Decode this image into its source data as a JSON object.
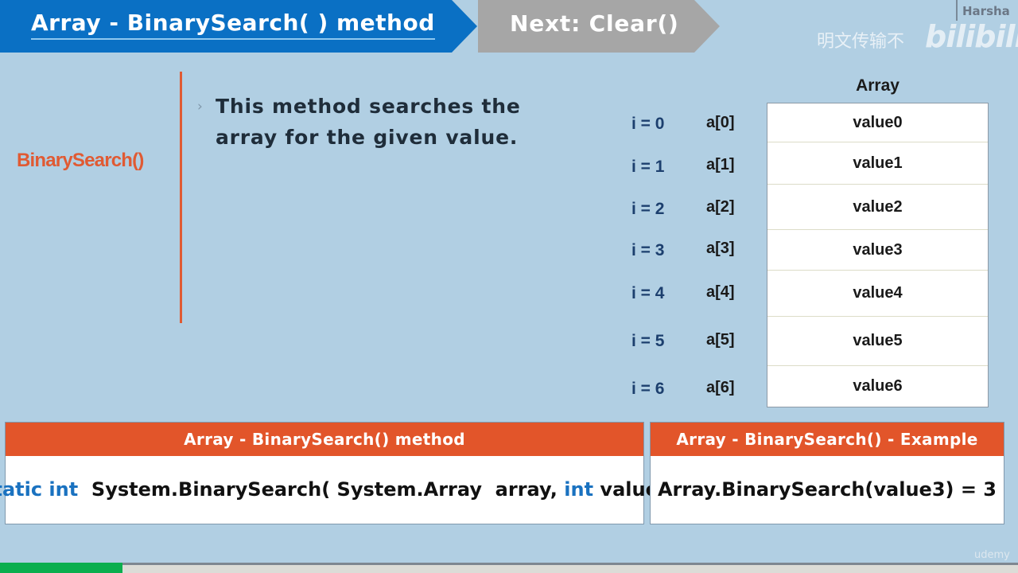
{
  "header": {
    "title": "Array - BinarySearch( ) method",
    "next": "Next: Clear()",
    "author": "Harsha",
    "colors": {
      "title_bg": "#0a70c4",
      "next_bg": "#a6a6a6"
    }
  },
  "watermark": {
    "cn_text": "明文传输不",
    "logo_text": "bilibili",
    "corner_logo": "udemy"
  },
  "left": {
    "method_name": "BinarySearch()",
    "bullet_icon": "chevron-right-icon",
    "bullet_glyph": "›",
    "description": "This method searches the array for the given value."
  },
  "array": {
    "title": "Array",
    "rows": [
      {
        "index": "i = 0",
        "accessor": "a[0]",
        "value": "value0"
      },
      {
        "index": "i = 1",
        "accessor": "a[1]",
        "value": "value1"
      },
      {
        "index": "i = 2",
        "accessor": "a[2]",
        "value": "value2"
      },
      {
        "index": "i = 3",
        "accessor": "a[3]",
        "value": "value3"
      },
      {
        "index": "i = 4",
        "accessor": "a[4]",
        "value": "value4"
      },
      {
        "index": "i = 5",
        "accessor": "a[5]",
        "value": "value5"
      },
      {
        "index": "i = 6",
        "accessor": "a[6]",
        "value": "value6"
      }
    ]
  },
  "syntax_panel": {
    "header": "Array - BinarySearch() method",
    "kw1": "static int",
    "part1": "  System.BinarySearch( System.Array  array, ",
    "kw2": "int",
    "part2": " value)"
  },
  "example_panel": {
    "header": "Array - BinarySearch() - Example",
    "code": "Array.BinarySearch(value3) = 3"
  },
  "progress": {
    "percent": 12,
    "color": "#0aae4e"
  }
}
